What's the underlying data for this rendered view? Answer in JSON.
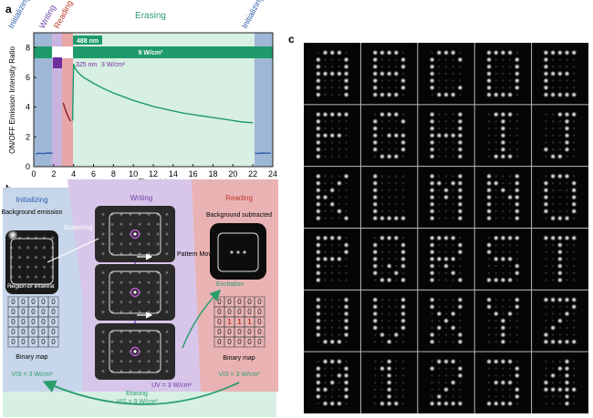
{
  "panels": {
    "a": "a",
    "b": "b",
    "c": "c"
  },
  "panel_a": {
    "phases": [
      "Initializing",
      "Writing",
      "Reading",
      "Erasing",
      "Initializing"
    ],
    "bar_488": {
      "label": "488 nm",
      "power": "9 W/cm²"
    },
    "bar_325": {
      "label": "325 nm",
      "power": "3 W/cm²"
    },
    "colors": {
      "init": "#9fb7d6",
      "write": "#c9b3df",
      "read": "#e8a6a6",
      "erase": "#d8efe3",
      "bar488": "#1f9b6b",
      "bar325": "#6f2f9f",
      "init_text": "#2f5ea8",
      "write_text": "#6b3fa0",
      "read_text": "#c0392b",
      "erase_text": "#2a9d6c"
    }
  },
  "chart_data": {
    "type": "line",
    "xlabel": "Time (s)",
    "ylabel": "ON/OFF Emission Intensity Ratio",
    "xlim": [
      0,
      24
    ],
    "ylim": [
      0,
      9
    ],
    "xticks": [
      "0",
      "2",
      "4",
      "6",
      "8",
      "10",
      "12",
      "14",
      "16",
      "18",
      "20",
      "22",
      "24"
    ],
    "yticks": [
      "0",
      "2",
      "4",
      "6",
      "8"
    ],
    "series": [
      {
        "color": "#2f5ea8",
        "x": [
          0.2,
          0.5,
          1.0,
          1.5,
          1.9
        ],
        "y": [
          0.85,
          0.9,
          0.88,
          0.92,
          0.9
        ]
      },
      {
        "color": "#8b1d2c",
        "x": [
          2.95,
          3.1,
          3.3,
          3.5,
          3.7
        ],
        "y": [
          4.3,
          4.0,
          3.6,
          3.3,
          3.05
        ]
      },
      {
        "color": "#1f9b6b",
        "x": [
          3.9,
          4.0,
          4.2,
          4.5,
          5,
          6,
          7,
          8,
          9,
          10,
          11,
          12,
          13,
          14,
          15,
          16,
          17,
          18,
          19,
          20,
          21,
          22
        ],
        "y": [
          3.1,
          6.9,
          6.55,
          6.3,
          6.0,
          5.6,
          5.25,
          4.95,
          4.7,
          4.45,
          4.25,
          4.05,
          3.9,
          3.75,
          3.6,
          3.5,
          3.4,
          3.3,
          3.2,
          3.1,
          3.0,
          2.95
        ]
      },
      {
        "color": "#2f5ea8",
        "x": [
          22.2,
          22.6,
          23.0,
          23.5,
          23.8
        ],
        "y": [
          0.9,
          0.88,
          0.92,
          0.9,
          0.91
        ]
      }
    ]
  },
  "panel_b": {
    "initializing": {
      "title": "Initializing",
      "image_title": "Background emission",
      "scattering": "Scattering",
      "roi": "Region of Interest",
      "binary_label": "Binary map",
      "vis": "VIS = 3 W/cm²",
      "grid": [
        [
          "0",
          "0",
          "0",
          "0",
          "0"
        ],
        [
          "0",
          "0",
          "0",
          "0",
          "0"
        ],
        [
          "0",
          "0",
          "0",
          "0",
          "0"
        ],
        [
          "0",
          "0",
          "0",
          "0",
          "0"
        ],
        [
          "0",
          "0",
          "0",
          "0",
          "0"
        ]
      ]
    },
    "writing": {
      "title": "Writing",
      "pattern_moving": "Pattern Moving",
      "uv": "UV = 3 W/cm²"
    },
    "reading": {
      "title": "Reading",
      "image_title": "Background subtracted",
      "excitation": "Excitation",
      "binary_label": "Binary map",
      "vis": "VIS = 3 W/cm²",
      "grid": [
        [
          "0",
          "0",
          "0",
          "0",
          "0"
        ],
        [
          "0",
          "0",
          "0",
          "0",
          "0"
        ],
        [
          "0",
          "1",
          "1",
          "1",
          "0"
        ],
        [
          "0",
          "0",
          "0",
          "0",
          "0"
        ],
        [
          "0",
          "0",
          "0",
          "0",
          "0"
        ]
      ]
    },
    "erasing": {
      "title": "Erasing",
      "vis": "VIS = 9 W/cm²"
    }
  },
  "panel_c": {
    "patterns": [
      [
        "01110",
        "10001",
        "10001",
        "11111",
        "10001",
        "10001",
        "10001"
      ],
      [
        "11110",
        "10001",
        "10001",
        "11110",
        "10001",
        "10001",
        "11110"
      ],
      [
        "01110",
        "10001",
        "10000",
        "10000",
        "10000",
        "10001",
        "01110"
      ],
      [
        "11110",
        "10001",
        "10001",
        "10001",
        "10001",
        "10001",
        "11110"
      ],
      [
        "11111",
        "10000",
        "10000",
        "11110",
        "10000",
        "10000",
        "11111"
      ],
      [
        "11111",
        "10000",
        "10000",
        "11110",
        "10000",
        "10000",
        "10000"
      ],
      [
        "01110",
        "10001",
        "10000",
        "10111",
        "10001",
        "10001",
        "01110"
      ],
      [
        "10001",
        "10001",
        "10001",
        "11111",
        "10001",
        "10001",
        "10001"
      ],
      [
        "01110",
        "00100",
        "00100",
        "00100",
        "00100",
        "00100",
        "01110"
      ],
      [
        "00111",
        "00010",
        "00010",
        "00010",
        "00010",
        "10010",
        "01100"
      ],
      [
        "10001",
        "10010",
        "10100",
        "11000",
        "10100",
        "10010",
        "10001"
      ],
      [
        "10000",
        "10000",
        "10000",
        "10000",
        "10000",
        "10000",
        "11111"
      ],
      [
        "10001",
        "11011",
        "10101",
        "10101",
        "10001",
        "10001",
        "10001"
      ],
      [
        "10001",
        "11001",
        "10101",
        "10011",
        "10001",
        "10001",
        "10001"
      ],
      [
        "01110",
        "10001",
        "10001",
        "10001",
        "10001",
        "10001",
        "01110"
      ],
      [
        "11110",
        "10001",
        "10001",
        "11110",
        "10000",
        "10000",
        "10000"
      ],
      [
        "01110",
        "10001",
        "10001",
        "10001",
        "10101",
        "10010",
        "01101"
      ],
      [
        "11110",
        "10001",
        "10001",
        "11110",
        "10100",
        "10010",
        "10001"
      ],
      [
        "01111",
        "10000",
        "10000",
        "01110",
        "00001",
        "00001",
        "11110"
      ],
      [
        "11111",
        "00100",
        "00100",
        "00100",
        "00100",
        "00100",
        "00100"
      ],
      [
        "10001",
        "10001",
        "10001",
        "10001",
        "10001",
        "10001",
        "01110"
      ],
      [
        "10001",
        "10001",
        "10001",
        "10001",
        "10001",
        "01010",
        "00100"
      ],
      [
        "10001",
        "10001",
        "01010",
        "00100",
        "01010",
        "10001",
        "10001"
      ],
      [
        "10001",
        "10001",
        "01010",
        "00100",
        "00100",
        "00100",
        "00100"
      ],
      [
        "11111",
        "00001",
        "00010",
        "00100",
        "01000",
        "10000",
        "11111"
      ],
      [
        "01110",
        "10001",
        "10011",
        "10101",
        "11001",
        "10001",
        "01110"
      ],
      [
        "00100",
        "01100",
        "00100",
        "00100",
        "00100",
        "00100",
        "01110"
      ],
      [
        "01110",
        "10001",
        "00001",
        "00010",
        "00100",
        "01000",
        "11111"
      ],
      [
        "11110",
        "00001",
        "00001",
        "01110",
        "00001",
        "00001",
        "11110"
      ],
      [
        "00010",
        "00110",
        "01010",
        "10010",
        "11111",
        "00010",
        "00010"
      ]
    ]
  }
}
